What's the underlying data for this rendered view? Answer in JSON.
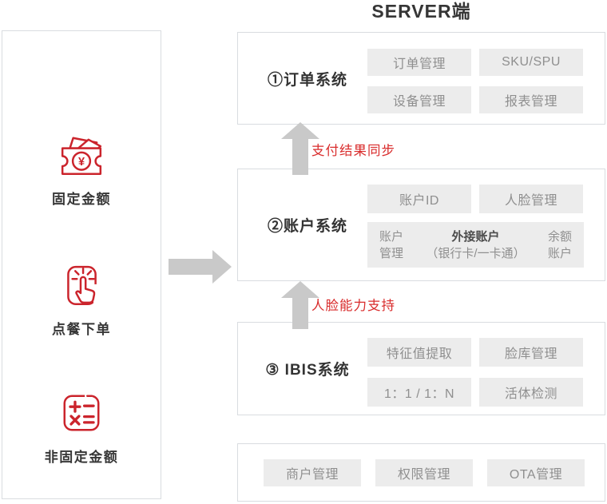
{
  "title": "SERVER端",
  "colors": {
    "accent_red": "#cb242c",
    "label_red": "#d92c2c",
    "arrow_gray": "#c9c9c9",
    "chip_bg": "#ececec",
    "chip_text": "#8f8f8f",
    "box_border": "#d9dce0",
    "heading_dark": "#363636"
  },
  "left_panel": {
    "items": [
      {
        "icon": "ticket-yen-icon",
        "label": "固定金额"
      },
      {
        "icon": "tap-order-icon",
        "label": "点餐下单"
      },
      {
        "icon": "calculator-icon",
        "label": "非固定金额"
      }
    ]
  },
  "arrows": {
    "main": {
      "icon": "flow-arrow-right-icon",
      "direction": "right"
    },
    "payment_sync_label": "支付结果同步",
    "face_support_label": "人脸能力支持"
  },
  "order_system": {
    "name": "①订单系统",
    "buttons": [
      "订单管理",
      "SKU/SPU",
      "设备管理",
      "报表管理"
    ]
  },
  "account_system": {
    "name": "②账户系统",
    "buttons": [
      "账户ID",
      "人脸管理"
    ],
    "account_detail": {
      "left_line1": "账户",
      "left_line2": "管理",
      "center_title": "外接账户",
      "center_sub": "（银行卡/一卡通）",
      "right_line1": "余额",
      "right_line2": "账户"
    }
  },
  "ibis_system": {
    "name": "③ IBIS系统",
    "buttons": [
      "特征值提取",
      "脸库管理",
      "1：1 / 1：N",
      "活体检测"
    ]
  },
  "management": {
    "buttons": [
      "商户管理",
      "权限管理",
      "OTA管理"
    ]
  }
}
